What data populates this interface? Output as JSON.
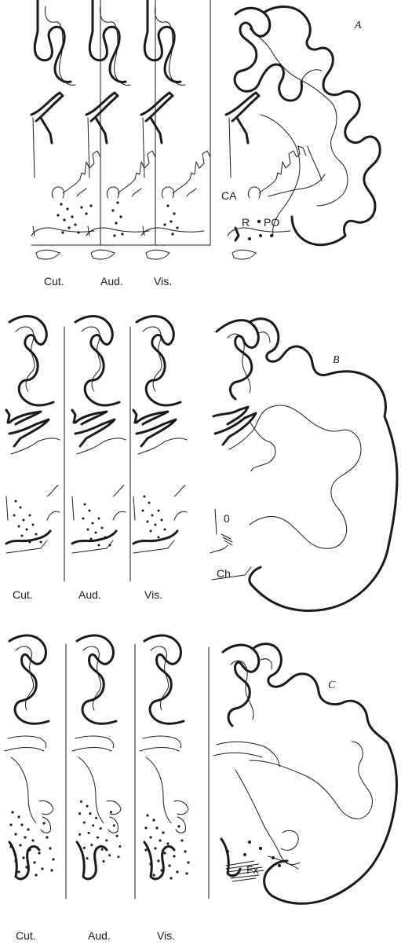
{
  "panels": [
    {
      "id": "A",
      "letter": "A",
      "strip_labels": [
        "Cut.",
        "Aud.",
        "Vis."
      ],
      "structure_labels": {
        "ca": "CA",
        "r": "R",
        "po": "PO"
      }
    },
    {
      "id": "B",
      "letter": "B",
      "strip_labels": [
        "Cut.",
        "Aud.",
        "Vis."
      ],
      "structure_labels": {
        "ch": "Ch"
      }
    },
    {
      "id": "C",
      "letter": "C",
      "strip_labels": [
        "Cut.",
        "Aud.",
        "Vis."
      ],
      "structure_labels": {
        "fx": "Fx"
      }
    }
  ]
}
